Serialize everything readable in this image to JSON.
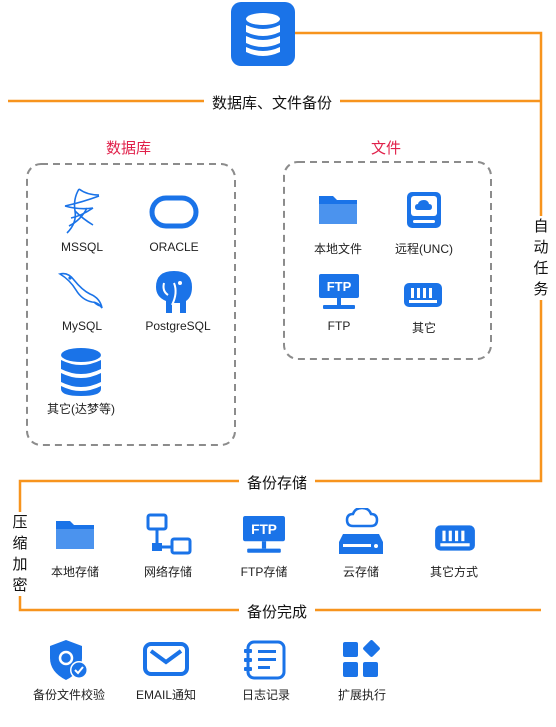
{
  "colors": {
    "blue": "#1a73e8",
    "orange": "#f7941d",
    "pink": "#e0204a",
    "gray": "#8c8c8c"
  },
  "top_icon": "database-stack-icon",
  "backup_header": "数据库、文件备份",
  "database_group": {
    "title": "数据库",
    "items": [
      {
        "label": "MSSQL",
        "icon": "mssql-icon"
      },
      {
        "label": "ORACLE",
        "icon": "oracle-icon"
      },
      {
        "label": "MySQL",
        "icon": "mysql-dolphin-icon"
      },
      {
        "label": "PostgreSQL",
        "icon": "postgresql-elephant-icon"
      },
      {
        "label": "其它(达梦等)",
        "icon": "database-icon"
      }
    ]
  },
  "file_group": {
    "title": "文件",
    "items": [
      {
        "label": "本地文件",
        "icon": "folder-icon"
      },
      {
        "label": "远程(UNC)",
        "icon": "remote-drive-icon"
      },
      {
        "label": "FTP",
        "icon": "ftp-icon"
      },
      {
        "label": "其它",
        "icon": "hardware-icon"
      }
    ]
  },
  "auto_task": "自动任务",
  "storage": {
    "title": "备份存储",
    "items": [
      {
        "label": "本地存储",
        "icon": "folder-icon"
      },
      {
        "label": "网络存储",
        "icon": "network-icon"
      },
      {
        "label": "FTP存储",
        "icon": "ftp-icon"
      },
      {
        "label": "云存储",
        "icon": "cloud-storage-icon"
      },
      {
        "label": "其它方式",
        "icon": "hardware-icon"
      }
    ]
  },
  "compress": "压缩加密",
  "complete": {
    "title": "备份完成",
    "items": [
      {
        "label": "备份文件校验",
        "icon": "shield-check-icon"
      },
      {
        "label": "EMAIL通知",
        "icon": "email-icon"
      },
      {
        "label": "日志记录",
        "icon": "log-icon"
      },
      {
        "label": "扩展执行",
        "icon": "extension-icon"
      }
    ]
  }
}
